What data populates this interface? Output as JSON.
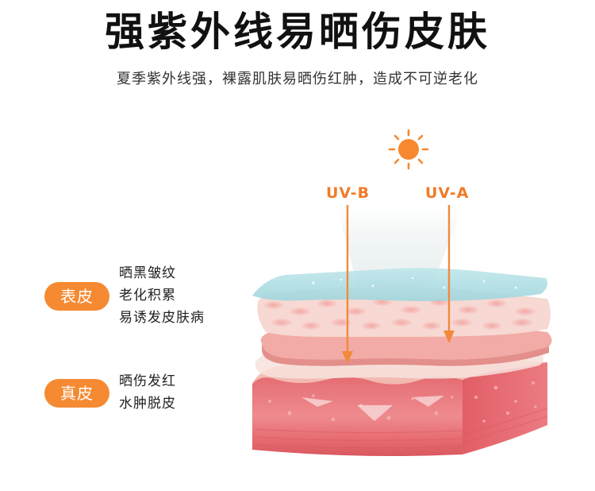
{
  "title": "强紫外线易晒伤皮肤",
  "subtitle": "夏季紫外线强，裸露肌肤易晒伤红肿，造成不可逆老化",
  "rays": {
    "uvb": "UV-B",
    "uva": "UV-A"
  },
  "layers": {
    "epidermis": {
      "label": "表皮",
      "effects": [
        "晒黑皱纹",
        "老化积累",
        "易诱发皮肤病"
      ]
    },
    "dermis": {
      "label": "真皮",
      "effects": [
        "晒伤发红",
        "水肿脱皮"
      ]
    }
  },
  "colors": {
    "accent": "#f58a32",
    "sun": "#f7882f",
    "arrow": "#f28a3c",
    "top_layer": "#a9dde4",
    "cell_layer": "#f6d3cf",
    "pink_layer": "#f2aaa6",
    "dermis": "#e8737b"
  },
  "icons": {
    "sun": "sun-icon"
  }
}
